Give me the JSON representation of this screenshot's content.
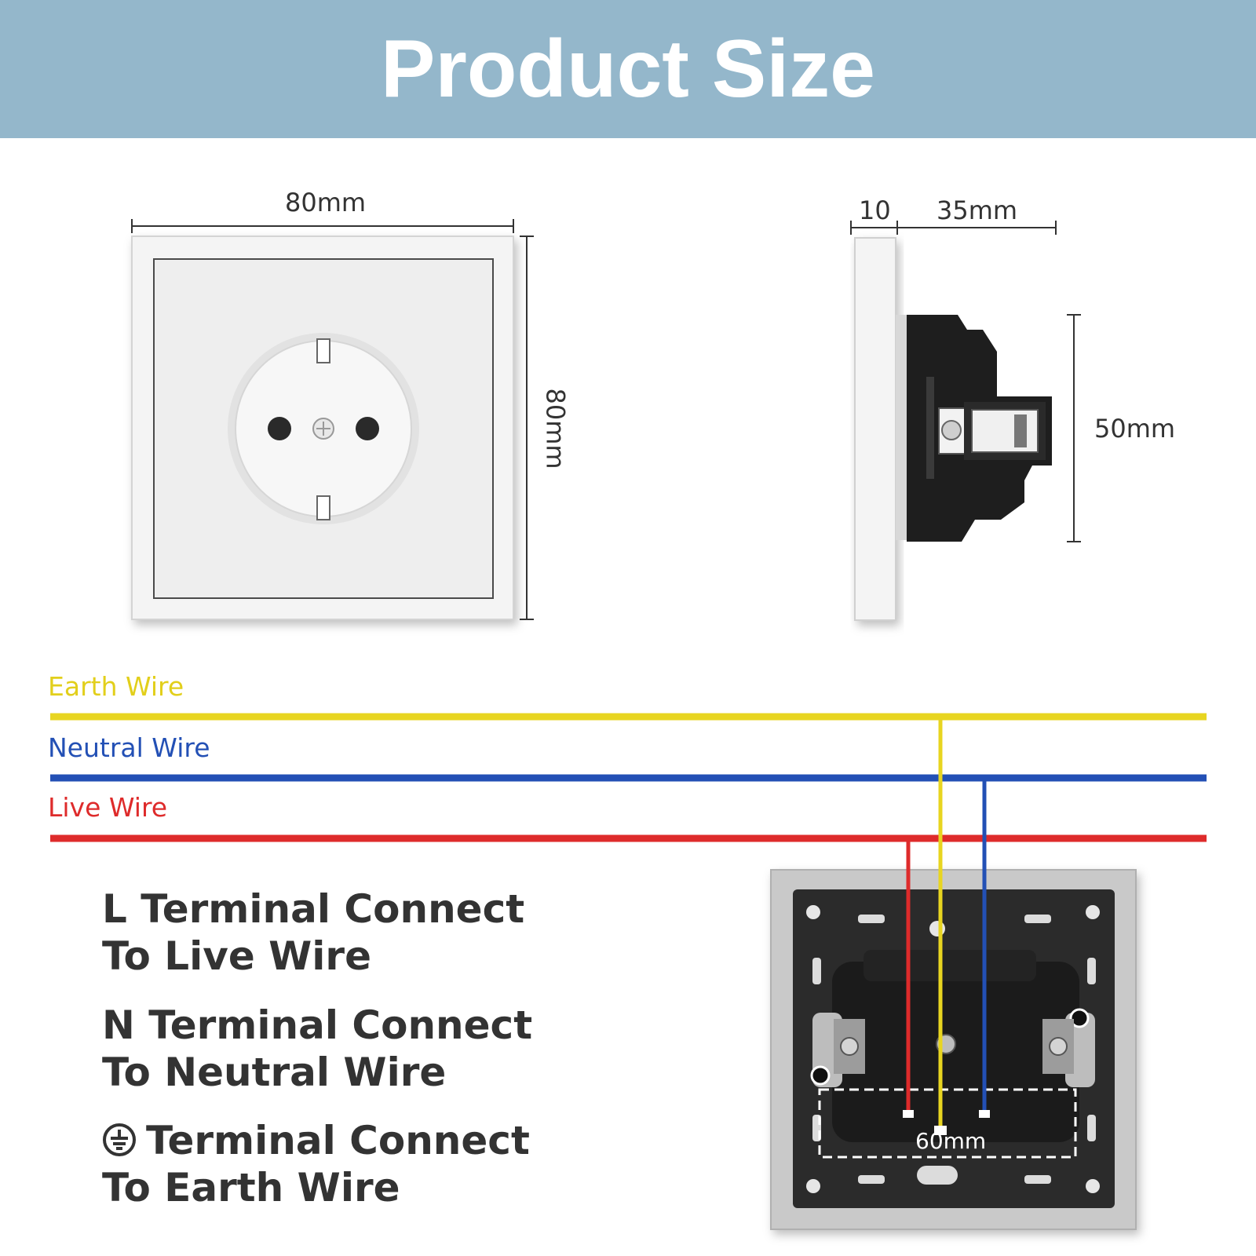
{
  "title": "Product Size",
  "dimensions": {
    "front_width": "80mm",
    "front_height": "80mm",
    "side_panel": "10",
    "side_depth": "35mm",
    "side_height": "50mm",
    "back_mount": "60mm"
  },
  "wires": [
    {
      "label": "Earth Wire",
      "color": "#e8d520"
    },
    {
      "label": "Neutral Wire",
      "color": "#2350b5"
    },
    {
      "label": "Live Wire",
      "color": "#de2b2b"
    }
  ],
  "instructions": [
    {
      "line1": "L Terminal Connect",
      "line2": "To Live Wire"
    },
    {
      "line1": "N Terminal Connect",
      "line2": "To Neutral Wire"
    },
    {
      "line1": "Terminal Connect",
      "line2": "To Earth Wire",
      "icon": "earth-ground-icon"
    }
  ],
  "colors": {
    "banner": "#94b7cb",
    "text": "#333333",
    "back_plate": "#2b2b2b"
  }
}
